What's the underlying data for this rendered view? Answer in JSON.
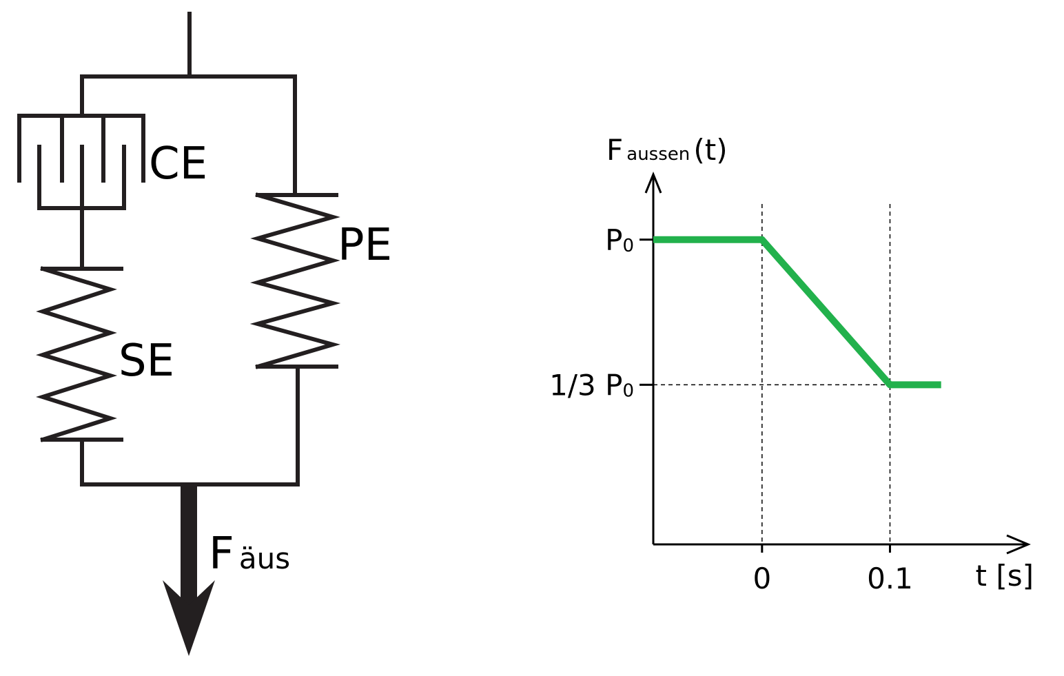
{
  "model": {
    "labels": {
      "ce": "CE",
      "pe": "PE",
      "se": "SE",
      "force_main": "F",
      "force_sub": "äus"
    }
  },
  "chart_data": {
    "type": "line",
    "title": "",
    "ylabel_main": "F",
    "ylabel_sub": "aussen",
    "ylabel_suffix": "(t)",
    "xlabel": "t [s]",
    "x_ticks": [
      {
        "value": 0,
        "label": "0"
      },
      {
        "value": 0.1,
        "label": "0.1"
      }
    ],
    "y_ticks": [
      {
        "value": 1,
        "label_main": "P",
        "label_sub": "0"
      },
      {
        "value": 0.3333,
        "label_main": "1/3 P",
        "label_sub": "0"
      }
    ],
    "xlim": [
      -0.085,
      0.18
    ],
    "ylim": [
      -0.4,
      1.3
    ],
    "series": [
      {
        "color": "#22b14c",
        "points": [
          [
            -0.085,
            1
          ],
          [
            0,
            1
          ],
          [
            0.1,
            0.3333
          ],
          [
            0.14,
            0.3333
          ]
        ]
      }
    ]
  }
}
